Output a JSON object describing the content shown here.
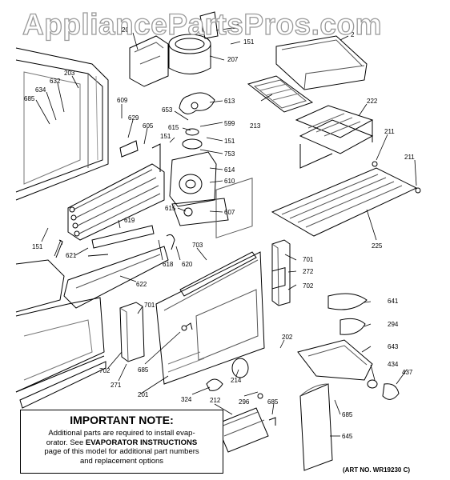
{
  "watermark": "AppliancePartsPros.com",
  "note": {
    "heading": "IMPORTANT NOTE:",
    "line1": "Additional parts are required to install evap-",
    "line2_a": "orator.  See ",
    "line2_b": "EVAPORATOR INSTRUCTIONS",
    "line3": "page of this model for additional part numbers",
    "line4": "and replacement options"
  },
  "art_number": "(ART NO. WR19230 C)",
  "callouts": [
    {
      "n": "1",
      "text": "206"
    },
    {
      "n": "2",
      "text": "20"
    },
    {
      "n": "3",
      "text": "151"
    },
    {
      "n": "4",
      "text": "207"
    },
    {
      "n": "5",
      "text": "2"
    },
    {
      "n": "6",
      "text": "203"
    },
    {
      "n": "7",
      "text": "632"
    },
    {
      "n": "8",
      "text": "634"
    },
    {
      "n": "9",
      "text": "685"
    },
    {
      "n": "10",
      "text": "609"
    },
    {
      "n": "11",
      "text": "629"
    },
    {
      "n": "12",
      "text": "605"
    },
    {
      "n": "13",
      "text": "653"
    },
    {
      "n": "14",
      "text": "613"
    },
    {
      "n": "15",
      "text": "615"
    },
    {
      "n": "16",
      "text": "599"
    },
    {
      "n": "17",
      "text": "151"
    },
    {
      "n": "18",
      "text": "151"
    },
    {
      "n": "19",
      "text": "753"
    },
    {
      "n": "20",
      "text": "614"
    },
    {
      "n": "21",
      "text": "610"
    },
    {
      "n": "22",
      "text": "615"
    },
    {
      "n": "23",
      "text": "607"
    },
    {
      "n": "24",
      "text": "213"
    },
    {
      "n": "25",
      "text": "222"
    },
    {
      "n": "26",
      "text": "211"
    },
    {
      "n": "27",
      "text": "211"
    },
    {
      "n": "28",
      "text": "225"
    },
    {
      "n": "29",
      "text": "151"
    },
    {
      "n": "30",
      "text": "619"
    },
    {
      "n": "31",
      "text": "621"
    },
    {
      "n": "32",
      "text": "618"
    },
    {
      "n": "33",
      "text": "620"
    },
    {
      "n": "34",
      "text": "622"
    },
    {
      "n": "35",
      "text": "703"
    },
    {
      "n": "36",
      "text": "701"
    },
    {
      "n": "37",
      "text": "272"
    },
    {
      "n": "38",
      "text": "702"
    },
    {
      "n": "39",
      "text": "701"
    },
    {
      "n": "40",
      "text": "702"
    },
    {
      "n": "41",
      "text": "685"
    },
    {
      "n": "42",
      "text": "271"
    },
    {
      "n": "43",
      "text": "201"
    },
    {
      "n": "44",
      "text": "641"
    },
    {
      "n": "45",
      "text": "294"
    },
    {
      "n": "46",
      "text": "202"
    },
    {
      "n": "47",
      "text": "643"
    },
    {
      "n": "48",
      "text": "434"
    },
    {
      "n": "49",
      "text": "437"
    },
    {
      "n": "50",
      "text": "214"
    },
    {
      "n": "51",
      "text": "324"
    },
    {
      "n": "52",
      "text": "296"
    },
    {
      "n": "53",
      "text": "685"
    },
    {
      "n": "54",
      "text": "212"
    },
    {
      "n": "55",
      "text": "685"
    },
    {
      "n": "56",
      "text": "645"
    }
  ]
}
